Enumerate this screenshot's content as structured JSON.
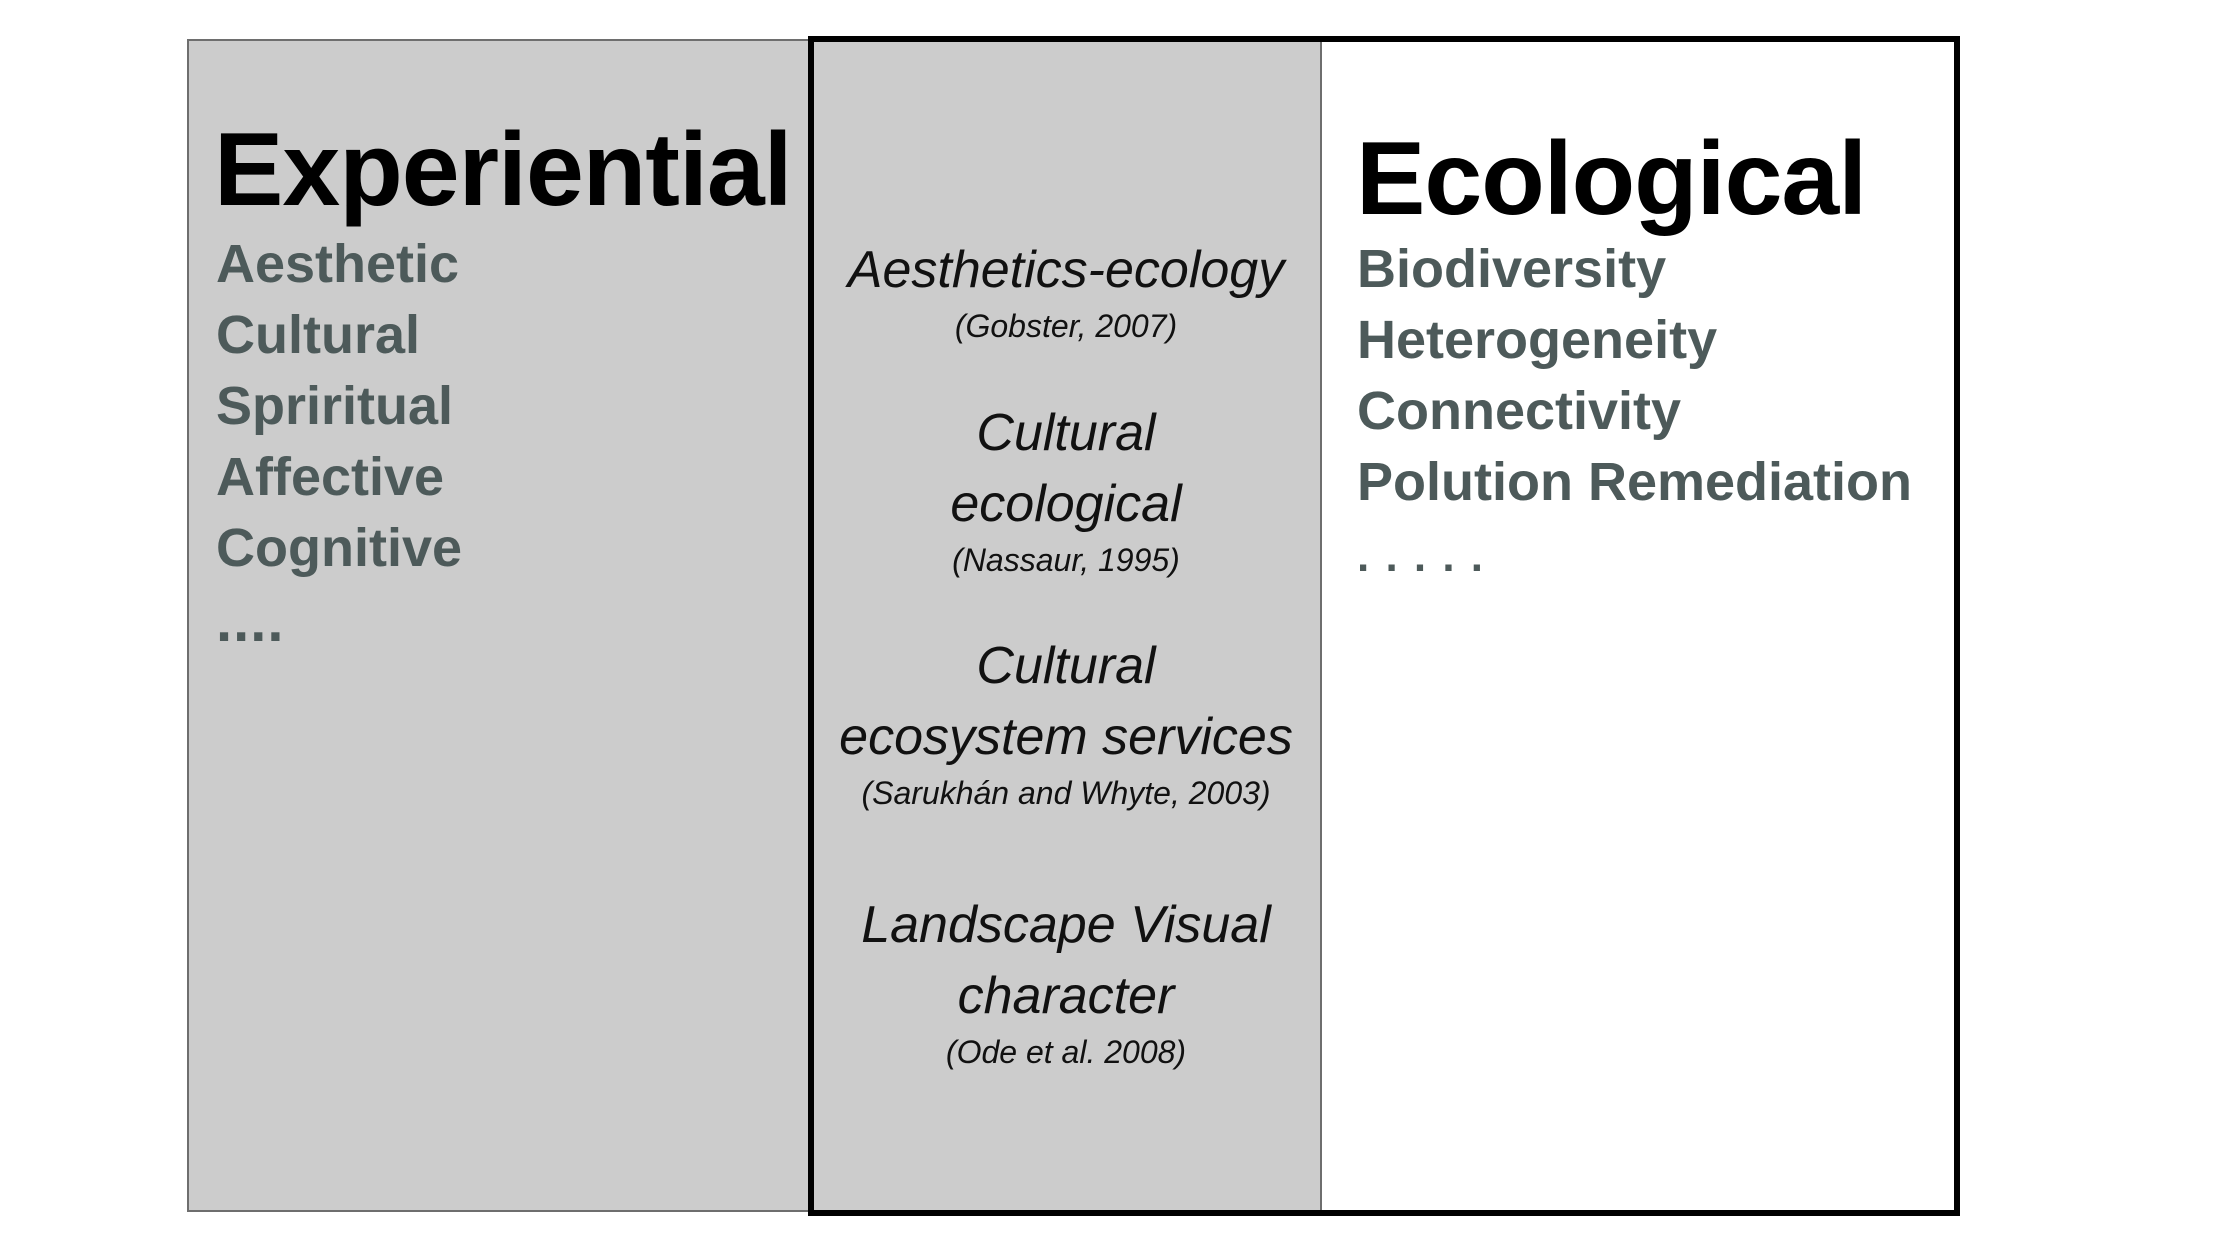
{
  "experiential": {
    "title": "Experiential",
    "items": [
      "Aesthetic",
      "Cultural",
      "Spriritual",
      "Affective",
      "Cognitive"
    ],
    "ellipsis": "...."
  },
  "ecological": {
    "title": "Ecological",
    "items": [
      "Biodiversity",
      "Heterogeneity",
      "Connectivity",
      "Polution Remediation"
    ],
    "ellipsis": ". . . . ."
  },
  "concepts": [
    {
      "title_lines": [
        "Aesthetics-ecology"
      ],
      "citation": "(Gobster, 2007)"
    },
    {
      "title_lines": [
        "Cultural",
        "ecological"
      ],
      "citation": "(Nassaur, 1995)"
    },
    {
      "title_lines": [
        "Cultural",
        "ecosystem services"
      ],
      "citation": "(Sarukhán and Whyte, 2003)"
    },
    {
      "title_lines": [
        "Landscape Visual",
        "character"
      ],
      "citation": "(Ode et al. 2008)"
    }
  ],
  "colors": {
    "panel_fill": "#cccccc",
    "frame": "#000000",
    "item_text": "#4d5a5a"
  }
}
